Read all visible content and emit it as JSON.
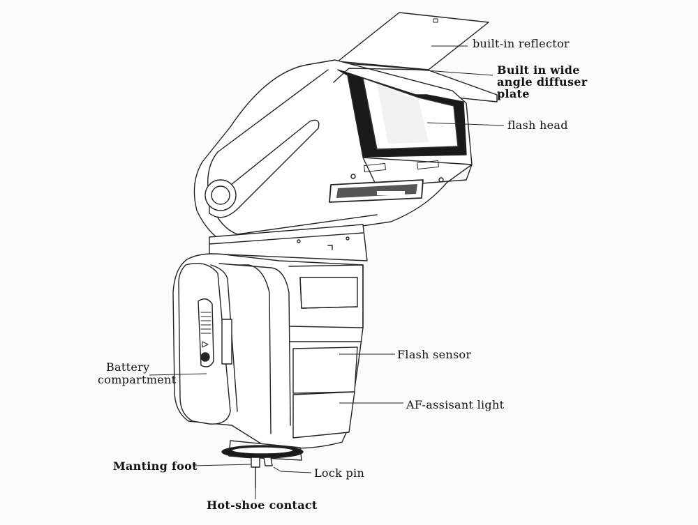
{
  "labels": {
    "reflector": "built-in reflector",
    "diffuser_1": "Built in wide",
    "diffuser_2": "angle diffuser",
    "diffuser_3": "plate",
    "flash_head": "flash head",
    "flash_sensor": "Flash sensor",
    "af_light": "AF-assisant light",
    "battery_1": "Battery",
    "battery_2": "compartment",
    "foot": "Manting foot",
    "lock_pin": "Lock pin",
    "hot_shoe": "Hot-shoe contact"
  }
}
